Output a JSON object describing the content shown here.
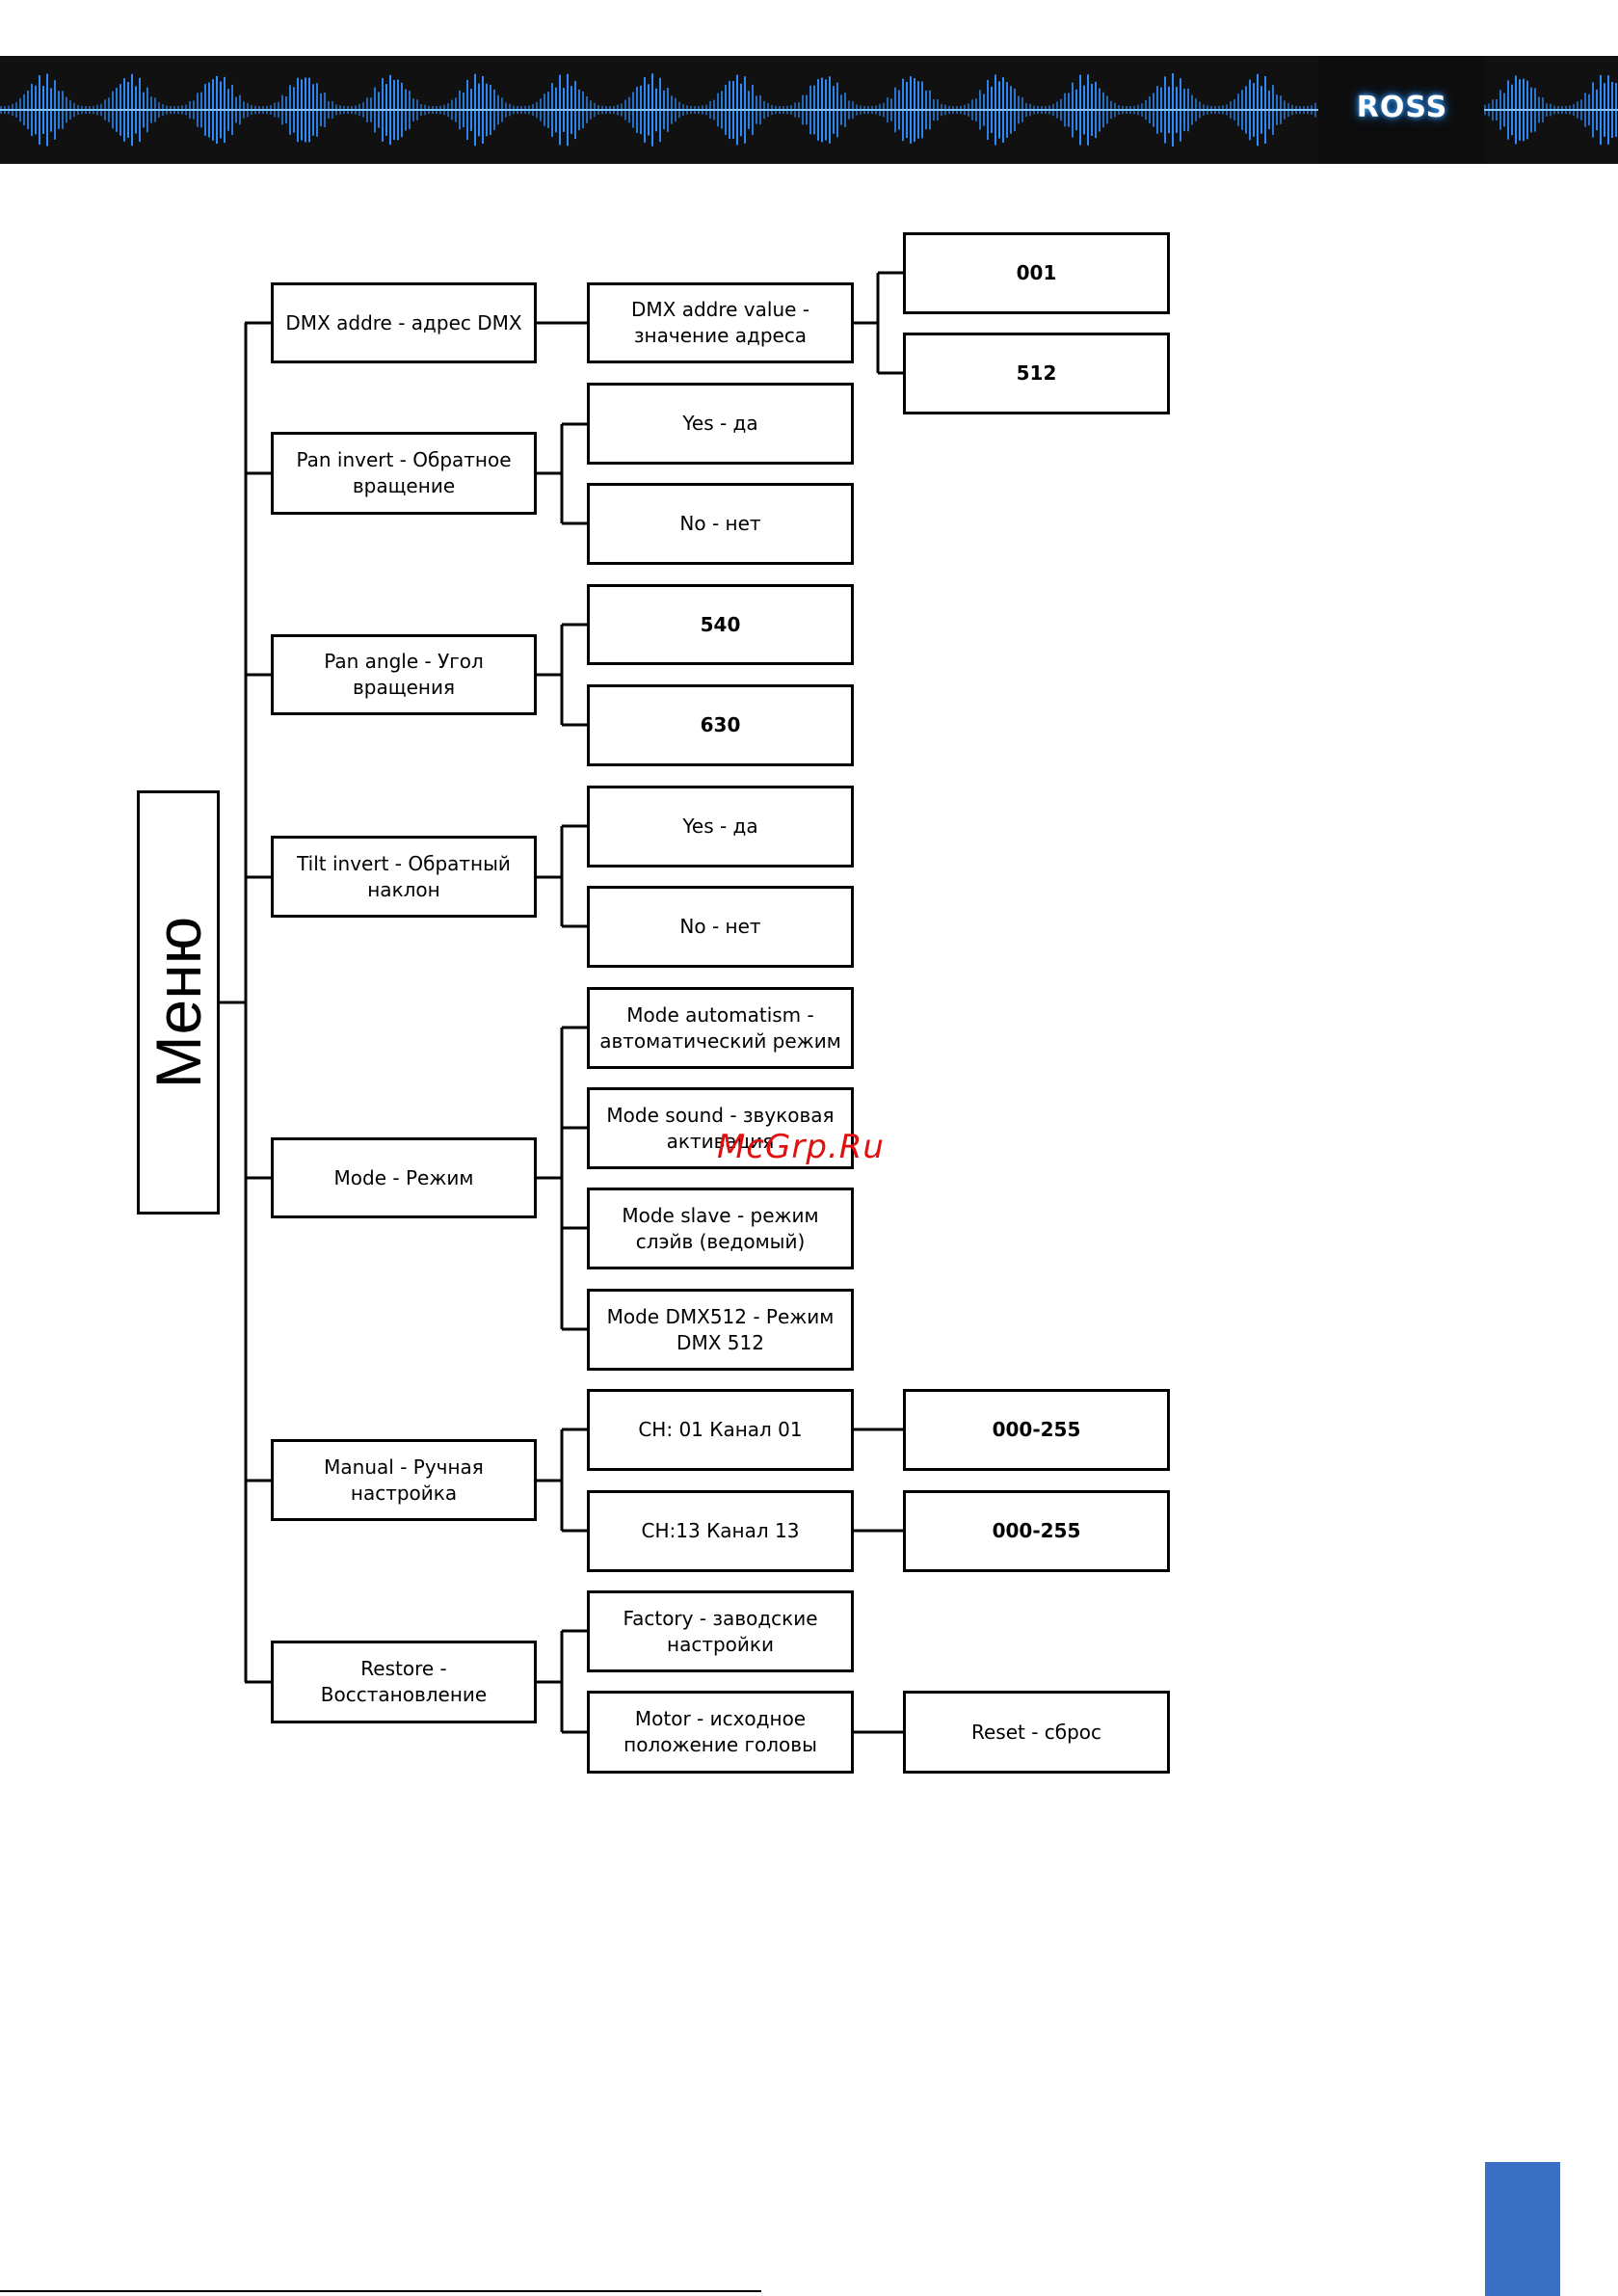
{
  "brand": {
    "logo_text": "ROSS"
  },
  "watermark": "McGrp.Ru",
  "colors": {
    "banner_bg": "#111111",
    "wave": "#2f8cff",
    "page_tab": "#3a6fc3",
    "watermark": "#e01010"
  },
  "menu": {
    "root_label": "Меню",
    "items": [
      {
        "label": "DMX addre - адрес DMX",
        "children": [
          {
            "label": "DMX addre value - значение адреса",
            "children": [
              "001",
              "512"
            ]
          }
        ]
      },
      {
        "label": "Pan invert - Обратное вращение",
        "children": [
          {
            "label": "Yes - да"
          },
          {
            "label": "No - нет"
          }
        ]
      },
      {
        "label": "Pan angle - Угол вращения",
        "children": [
          {
            "label": "540"
          },
          {
            "label": "630"
          }
        ]
      },
      {
        "label": "Tilt invert - Обратный наклон",
        "children": [
          {
            "label": "Yes - да"
          },
          {
            "label": "No - нет"
          }
        ]
      },
      {
        "label": "Mode - Режим",
        "children": [
          {
            "label": "Mode automatism - автоматический режим"
          },
          {
            "label": "Mode sound - звуковая активация"
          },
          {
            "label": "Mode slave - режим слэйв (ведомый)"
          },
          {
            "label": "Mode DMX512 - Режим DMX 512"
          }
        ]
      },
      {
        "label": "Manual - Ручная настройка",
        "children": [
          {
            "label": "CH: 01 Канал 01",
            "children": [
              "000-255"
            ]
          },
          {
            "label": "CH:13 Канал 13",
            "children": [
              "000-255"
            ]
          }
        ]
      },
      {
        "label": "Restore - Восстановление",
        "children": [
          {
            "label": "Factory - заводские настройки"
          },
          {
            "label": "Motor - исходное положение головы",
            "children": [
              "Reset - сброс"
            ]
          }
        ]
      }
    ]
  }
}
